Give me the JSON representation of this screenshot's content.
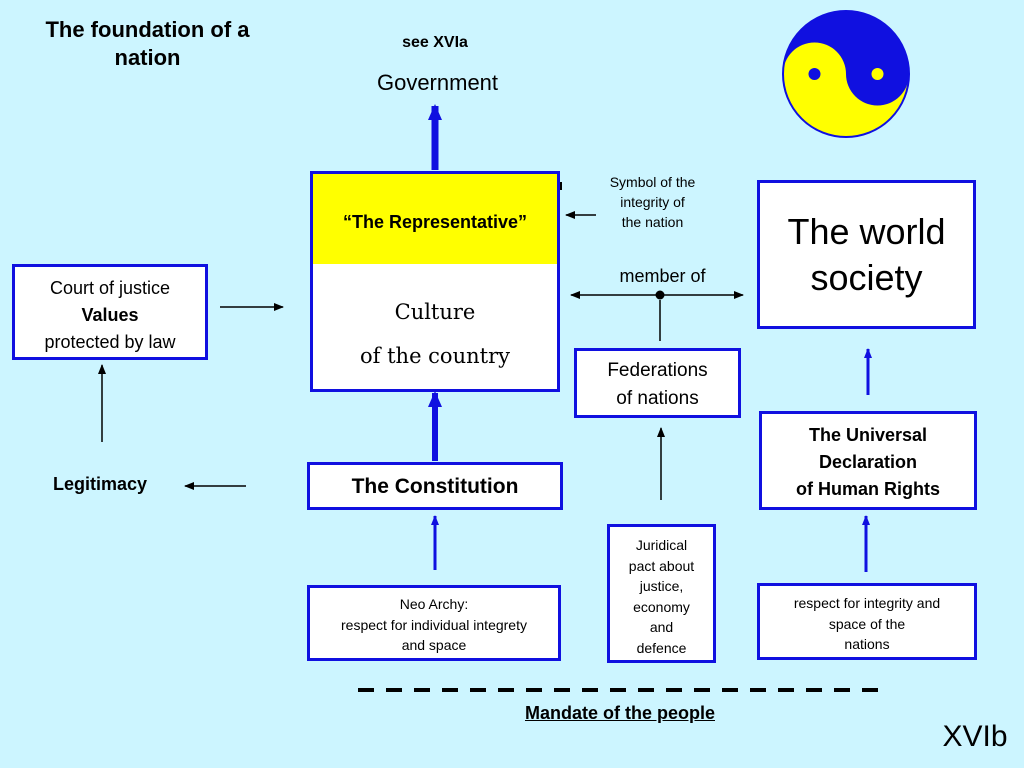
{
  "title": "The foundation of a nation",
  "see_reference": "see XVIa",
  "government": "Government",
  "representative": {
    "label": "“The Representative”",
    "culture_line1": "Culture",
    "culture_line2": "of the country"
  },
  "symbol_note": {
    "line1": "Symbol of the",
    "line2": "integrity of",
    "line3": "the nation"
  },
  "member_of": "member of",
  "world_society": {
    "line1": "The world",
    "line2": "society"
  },
  "court": {
    "line1": "Court of justice",
    "line2": "Values",
    "line3": "protected by law"
  },
  "federations": {
    "line1": "Federations",
    "line2": "of nations"
  },
  "udhr": {
    "line1": "The Universal",
    "line2": "Declaration",
    "line3": "of Human Rights"
  },
  "legitimacy": "Legitimacy",
  "constitution": "The Constitution",
  "juridical": {
    "line1": "Juridical",
    "line2": "pact about",
    "line3": "justice,",
    "line4": "economy",
    "line5": "and",
    "line6": "defence"
  },
  "neo_archy": {
    "line1": "Neo Archy:",
    "line2": "respect for individual integrety",
    "line3": "and space"
  },
  "respect_nations": {
    "line1": "respect for integrity and",
    "line2": "space of the",
    "line3": "nations"
  },
  "mandate": "Mandate of the people",
  "page_number": "XVIb",
  "colors": {
    "background": "#ccf5ff",
    "box_border": "#1010e0",
    "arrow_blue": "#1010e0",
    "highlight": "#ffff00",
    "yinyang_blue": "#1010e0",
    "yinyang_yellow": "#ffff00"
  },
  "icons": [
    "yin-yang-icon"
  ]
}
